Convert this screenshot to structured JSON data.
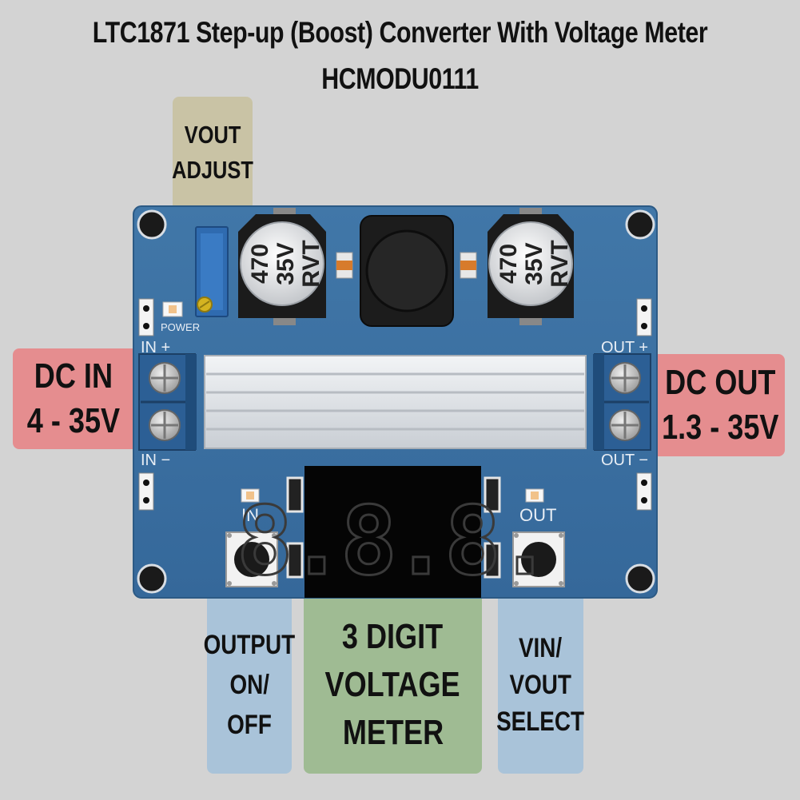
{
  "title": {
    "line1": "LTC1871 Step-up (Boost) Converter With Voltage Meter",
    "line2": "HCMODU0111"
  },
  "labels": {
    "vout_adjust": [
      "VOUT",
      "ADJUST"
    ],
    "dc_in": [
      "DC IN",
      "4 - 35V"
    ],
    "dc_out": [
      "DC OUT",
      "1.3 - 35V"
    ],
    "output_on_off": [
      "OUTPUT",
      "ON/",
      "OFF"
    ],
    "voltage_meter": [
      "3 DIGIT",
      "VOLTAGE",
      "METER"
    ],
    "vin_vout_select": [
      "VIN/",
      "VOUT",
      "SELECT"
    ]
  },
  "board": {
    "power_label": "POWER",
    "in_plus": "IN +",
    "in_minus": "IN −",
    "out_plus": "OUT +",
    "out_minus": "OUT −",
    "led_in": "IN",
    "led_out": "OUT",
    "capacitor_text": [
      "470",
      "35V",
      "RVT"
    ],
    "display_digits": "8.8.8."
  },
  "colors": {
    "background": "#d3d3d3",
    "pcb": "#3b6fa0",
    "label_red": "#e58d8f",
    "label_green": "#9fbb93",
    "label_blue": "#a9c3d9",
    "label_tan": "#c9c3a5"
  }
}
